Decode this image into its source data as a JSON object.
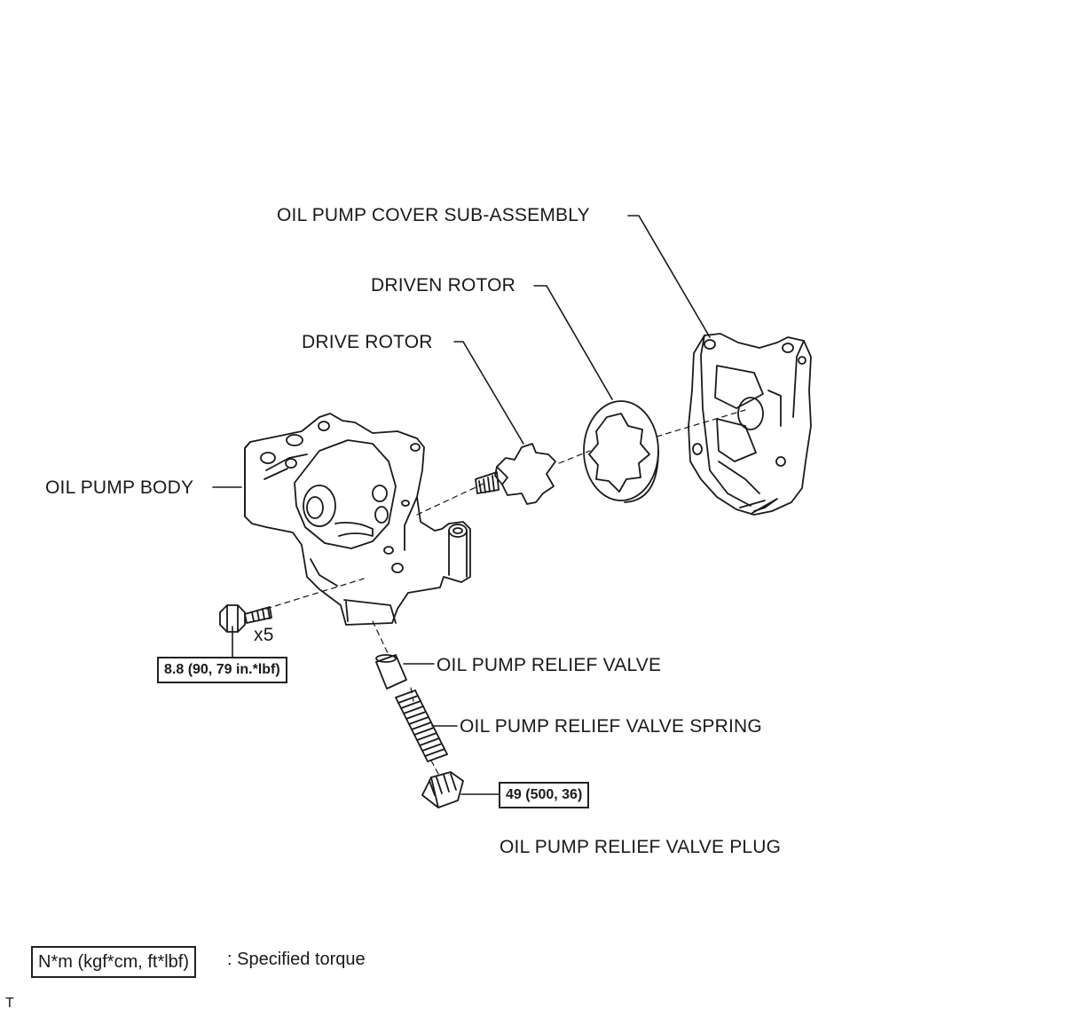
{
  "labels": {
    "cover": "OIL PUMP COVER SUB-ASSEMBLY",
    "driven_rotor": "DRIVEN ROTOR",
    "drive_rotor": "DRIVE ROTOR",
    "body": "OIL PUMP BODY",
    "relief_valve": "OIL PUMP RELIEF VALVE",
    "relief_spring": "OIL PUMP RELIEF VALVE SPRING",
    "relief_plug": "OIL PUMP RELIEF VALVE PLUG",
    "bolt_qty": "x5"
  },
  "torque": {
    "bolt": "8.8 (90, 79 in.*lbf)",
    "plug": "49 (500, 36)"
  },
  "legend": {
    "unit": "N*m (kgf*cm, ft*lbf)",
    "description": ": Specified torque"
  },
  "corner_mark": "T"
}
